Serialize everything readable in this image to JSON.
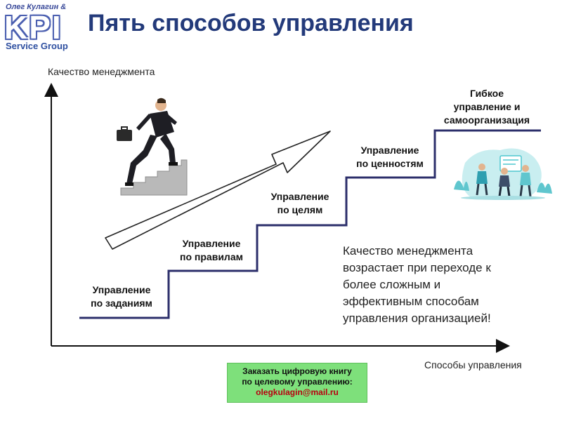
{
  "logo": {
    "author": "Олег Кулагин &",
    "brand": "KPI",
    "group": "Service Group"
  },
  "title": "Пять способов управления",
  "axes": {
    "y_label": "Качество менеджмента",
    "x_label": "Способы управления"
  },
  "steps": [
    {
      "line1": "Управление",
      "line2": "по заданиям"
    },
    {
      "line1": "Управление",
      "line2": "по правилам"
    },
    {
      "line1": "Управление",
      "line2": "по целям"
    },
    {
      "line1": "Управление",
      "line2": "по ценностям"
    },
    {
      "line1": "Гибкое",
      "line2": "управление и",
      "line3": "самоорганизация"
    }
  ],
  "note": {
    "lines": [
      "Качество менеджмента",
      "возрастает при переходе к",
      "более сложным и",
      "эффективным способам",
      "управления организацией!"
    ]
  },
  "order": {
    "line1": "Заказать цифровую книгу",
    "line2": "по целевому управлению:",
    "email": "olegkulagin@mail.ru"
  },
  "colors": {
    "title": "#233a7a",
    "staircase": "#2c2f6b",
    "order_bg": "#7ee07b",
    "order_email": "#b8000f"
  }
}
